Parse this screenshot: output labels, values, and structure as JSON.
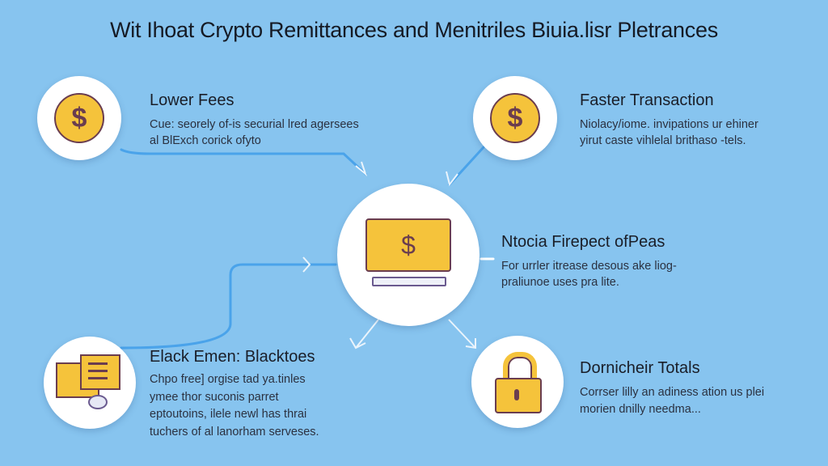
{
  "title": "Wit Ihoat Crypto Remittances and Menitriles Biuia.lisr Pletrances",
  "items": [
    {
      "title": "Lower Fees",
      "desc": [
        "Cue: seorely of-is securial lred agersees",
        "al BlExch corick ofyto"
      ],
      "icon": "dollar-coin-icon"
    },
    {
      "title": "Faster Transaction",
      "desc": [
        "Niolacy/iome. invipations ur ehiner",
        "yirut caste vihlelal brithaso -tels."
      ],
      "icon": "dollar-coin-icon"
    },
    {
      "title": "Ntocia Firepect ofPeas",
      "desc": [
        "For urrler itrease desous ake liog-",
        "praliunoe uses pra lite."
      ],
      "icon": "monitor-dollar-icon"
    },
    {
      "title": "Elack Emen: Blacktoes",
      "desc": [
        "Chpo free] orgise tad ya.tinles",
        "ymee thor suconis parret",
        "eptoutoins, ilele newl has thrai",
        "tuchers of al lanorham serveses."
      ],
      "icon": "documents-icon"
    },
    {
      "title": "Dornicheir Totals",
      "desc": [
        "Corrser lilly an adiness ation us plei",
        "morien dnilly needma..."
      ],
      "icon": "padlock-icon"
    }
  ],
  "colors": {
    "background": "#87c4ef",
    "accent": "#f5c33b",
    "line": "#4aa3ea"
  }
}
